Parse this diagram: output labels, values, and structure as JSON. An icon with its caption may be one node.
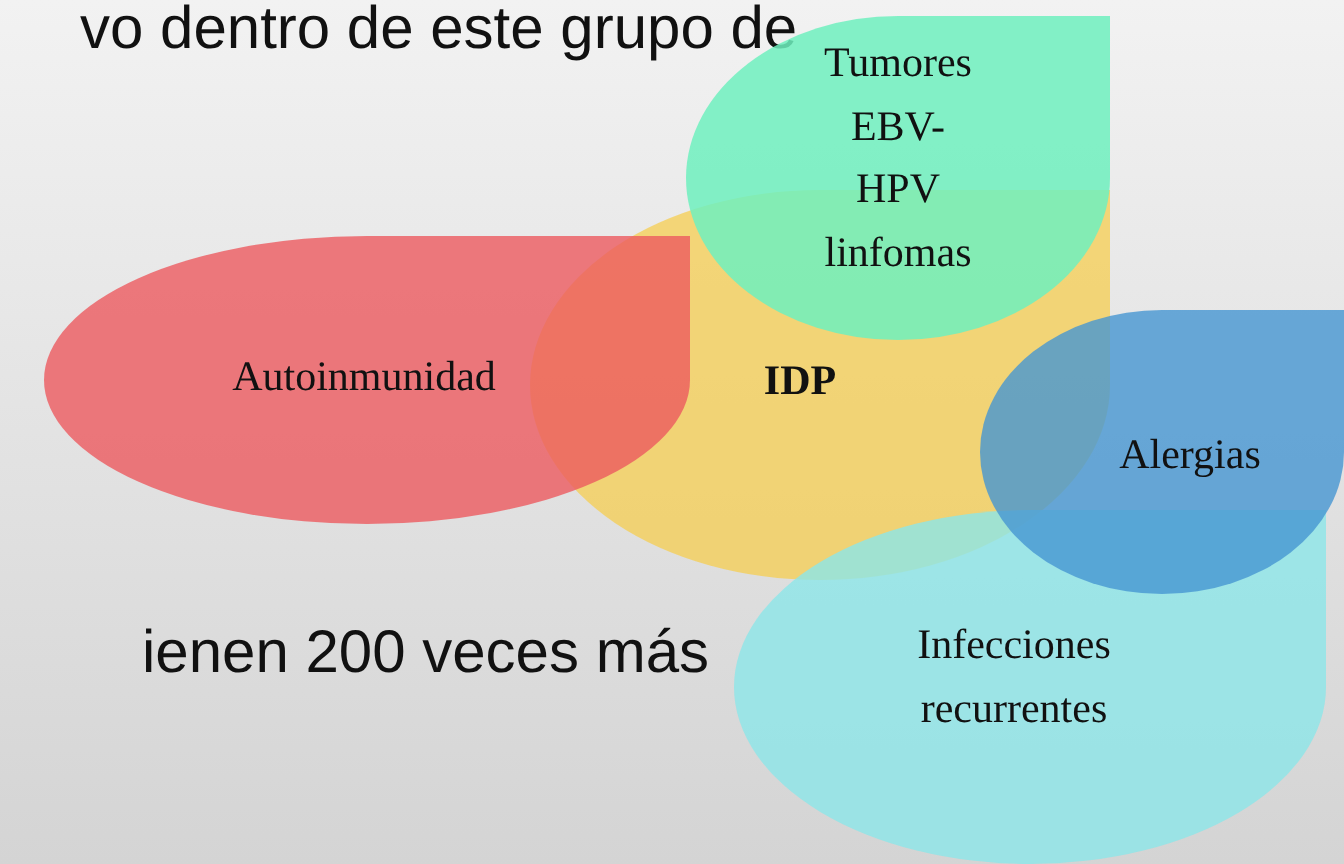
{
  "diagram": {
    "nodes": [
      {
        "text": [
          "Tumores EBV-HPV linfomas"
        ]
      },
      {
        "text": [
          "Autoinmunidad"
        ]
      },
      {
        "text": [
          "IDP"
        ]
      },
      {
        "text": [
          "Alergias"
        ]
      },
      {
        "text": [
          "Infecciones recurrentes"
        ]
      }
    ],
    "labels": [
      "vo dentro de este grupo de",
      "ienen 200 veces más"
    ]
  }
}
